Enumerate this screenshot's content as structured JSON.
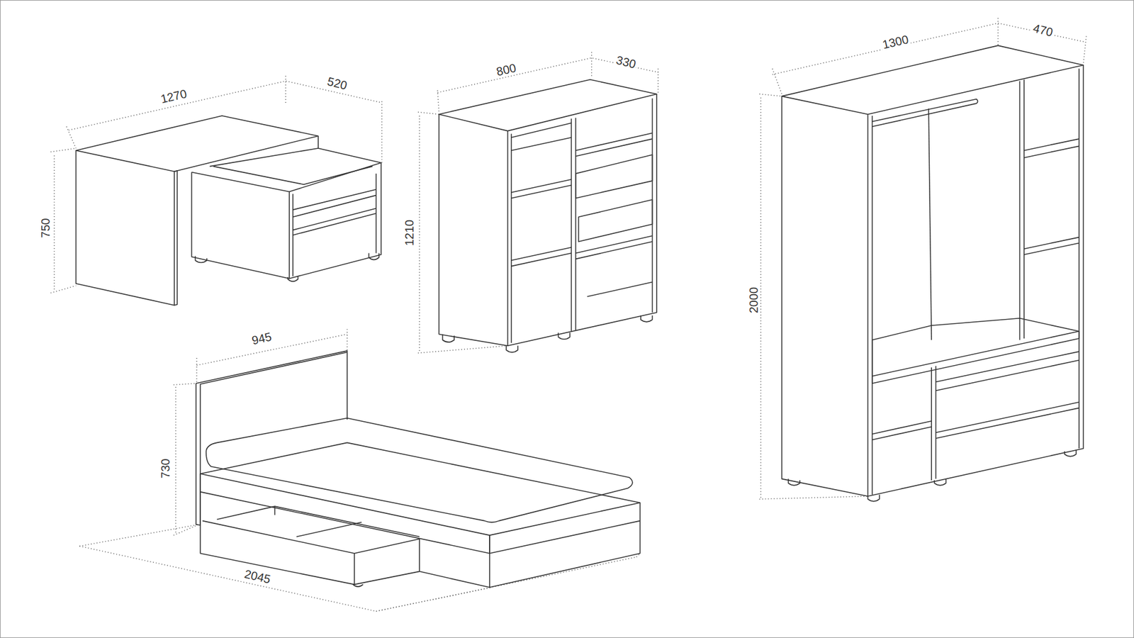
{
  "diagram": {
    "labels": [
      "1270",
      "520",
      "750",
      "800",
      "330",
      "1210",
      "1300",
      "470",
      "2000",
      "945",
      "730",
      "2045"
    ]
  }
}
